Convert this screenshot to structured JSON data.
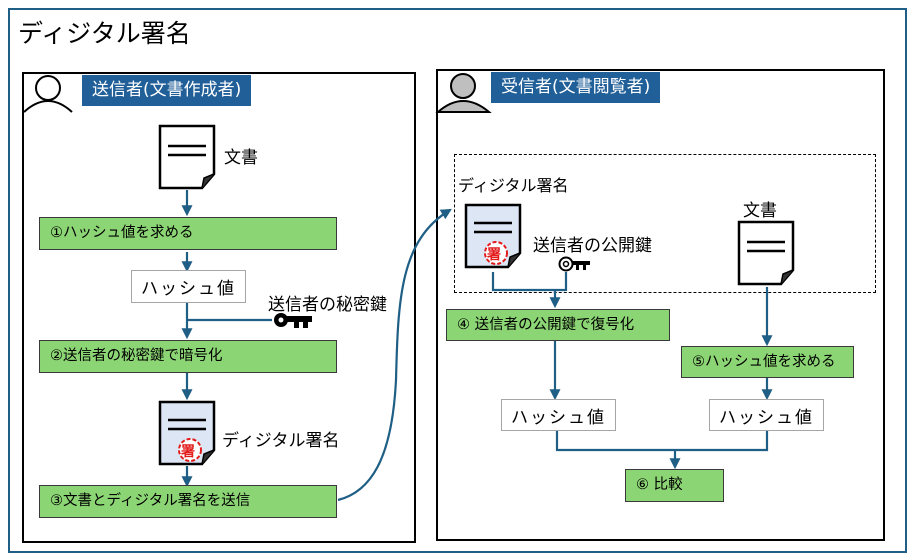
{
  "title": "ディジタル署名",
  "sender": {
    "role_label": "送信者(文書作成者)",
    "document_label": "文書",
    "step1": "①ハッシュ値を求める",
    "hash_value": "ハッシュ値",
    "private_key_label": "送信者の秘密鍵",
    "step2": "②送信者の秘密鍵で暗号化",
    "signature_label": "ディジタル署名",
    "step3": "③文書とディジタル署名を送信"
  },
  "receiver": {
    "role_label": "受信者(文書閲覧者)",
    "signature_group_label": "ディジタル署名",
    "public_key_label": "送信者の公開鍵",
    "document_label": "文書",
    "step4": "④ 送信者の公開鍵で復号化",
    "step5": "⑤ハッシュ値を求める",
    "hash_value_left": "ハッシュ値",
    "hash_value_right": "ハッシュ値",
    "step6": "⑥ 比較"
  },
  "seal_char": "署",
  "colors": {
    "frame": "#1F5F85",
    "role_label_bg": "#215F98",
    "step_fill": "#8CD574",
    "connector": "#1F5F85",
    "seal": "#E31B1B",
    "signed_doc_fill": "#DCE6F4"
  }
}
